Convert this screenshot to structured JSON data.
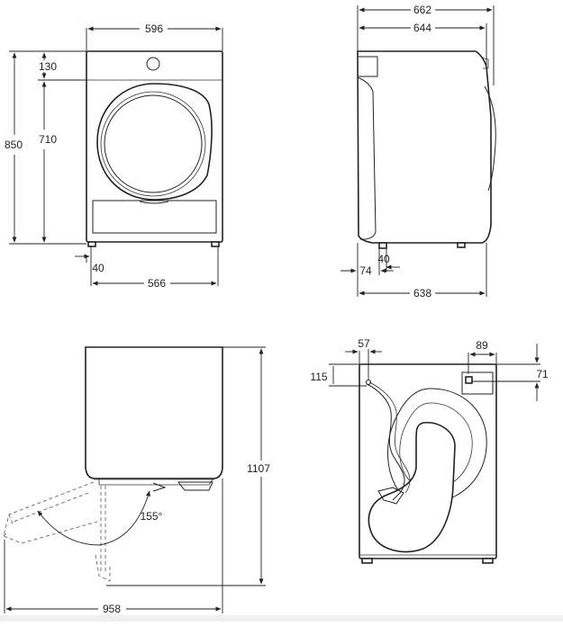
{
  "dimensions": {
    "front_width": "596",
    "total_height": "850",
    "top_panel": "130",
    "door_height": "710",
    "foot_offset_front": "40",
    "foot_spacing": "566",
    "depth_total": "662",
    "depth_body": "644",
    "foot_offset_side": "40",
    "back_offset": "74",
    "depth_feet": "638",
    "door_open_height": "1107",
    "door_open_depth": "958",
    "door_angle": "155°",
    "hose_offset_x": "57",
    "hose_offset_y": "115",
    "outlet_offset_x": "89",
    "outlet_offset_y": "71"
  },
  "colors": {
    "line": "#222222",
    "dashed": "#666666",
    "background": "#ffffff",
    "strip": "#f0f0f0"
  }
}
